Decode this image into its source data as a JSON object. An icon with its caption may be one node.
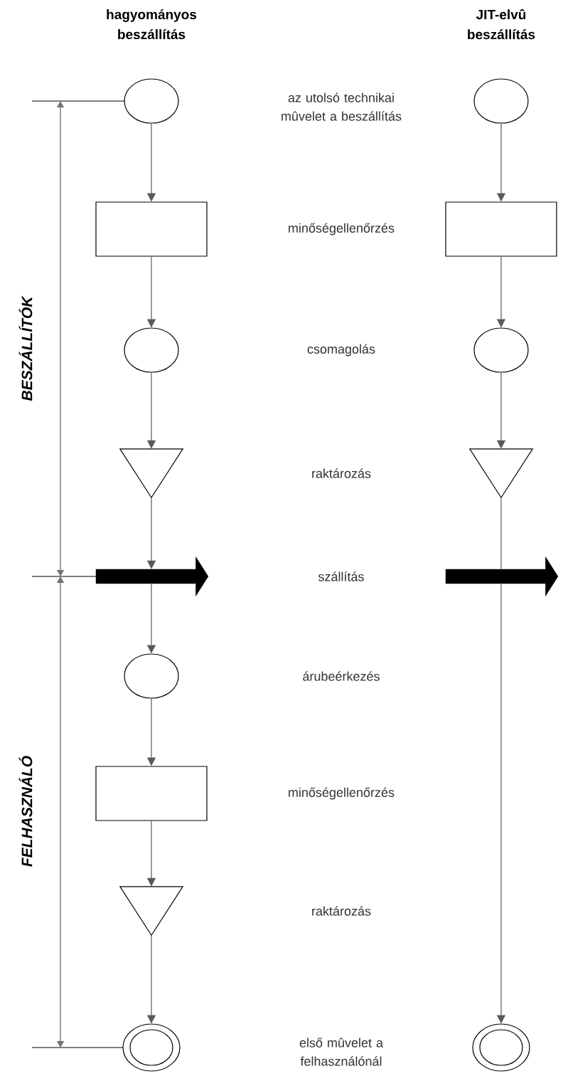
{
  "diagram": {
    "nodes": [
      {
        "text": [],
        "shape": "circle"
      },
      {
        "text": [],
        "shape": "circle"
      },
      {
        "text": [],
        "shape": "box"
      },
      {
        "text": [],
        "shape": "box"
      },
      {
        "text": [],
        "shape": "circle"
      },
      {
        "text": [],
        "shape": "circle"
      },
      {
        "text": [],
        "shape": "triangle"
      },
      {
        "text": [],
        "shape": "triangle"
      },
      {
        "text": [],
        "shape": "arrow"
      },
      {
        "text": [],
        "shape": "arrow"
      },
      {
        "text": [],
        "shape": "circle"
      },
      {
        "text": [],
        "shape": "box"
      },
      {
        "text": [],
        "shape": "triangle"
      },
      {
        "text": [],
        "shape": "double-circle"
      },
      {
        "text": [],
        "shape": "double-circle"
      }
    ],
    "edges": [
      {
        "from": 0,
        "to": 2,
        "arrow": "to"
      },
      {
        "from": 2,
        "to": 4,
        "arrow": "to"
      },
      {
        "from": 4,
        "to": 6,
        "arrow": "to"
      },
      {
        "from": 6,
        "to": 8,
        "arrow": "to"
      },
      {
        "from": 8,
        "to": 10,
        "arrow": "to"
      },
      {
        "from": 10,
        "to": 11,
        "arrow": "to"
      },
      {
        "from": 11,
        "to": 12,
        "arrow": "to"
      },
      {
        "from": 12,
        "to": 13,
        "arrow": "to"
      },
      {
        "from": 1,
        "to": 3,
        "arrow": "to"
      },
      {
        "from": 3,
        "to": 5,
        "arrow": "to"
      },
      {
        "from": 5,
        "to": 7,
        "arrow": "to"
      },
      {
        "from": 7,
        "to": 9,
        "arrow": "none"
      },
      {
        "from": 9,
        "to": 14,
        "arrow": "to"
      }
    ],
    "labels": [
      "hagyományos beszállítás",
      "JIT-elvû beszállítás",
      "az utolsó technikai mûvelet a beszállítás",
      "minőségellenőrzés",
      "csomagolás",
      "raktározás",
      "szállítás",
      "árubeérkezés",
      "minőségellenőrzés",
      "raktározás",
      "első mûvelet a felhasználónál",
      "BESZÁLLÍTÓK",
      "FELHASZNÁLÓ"
    ]
  }
}
